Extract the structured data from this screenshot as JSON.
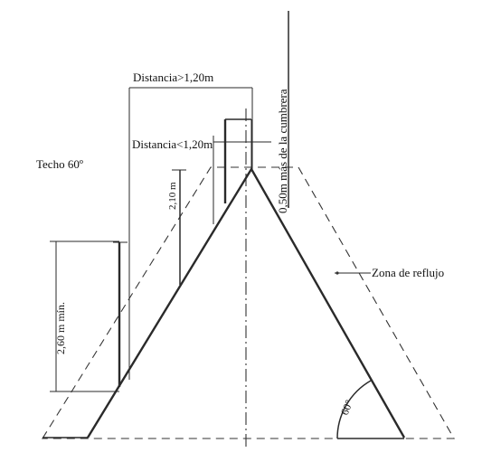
{
  "labels": {
    "distance_over": "Distancia>1,20m",
    "distance_under": "Distancia<1,20m",
    "roof": "Techo 60º",
    "ridge_offset": "0,50m más de la cumbrera",
    "backflow_zone": "Zona de reflujo",
    "height_short": "2,10 m",
    "height_long": "2,60 m mín.",
    "angle": "60°"
  },
  "colors": {
    "ink": "#2a2a2a",
    "background": "#ffffff"
  }
}
